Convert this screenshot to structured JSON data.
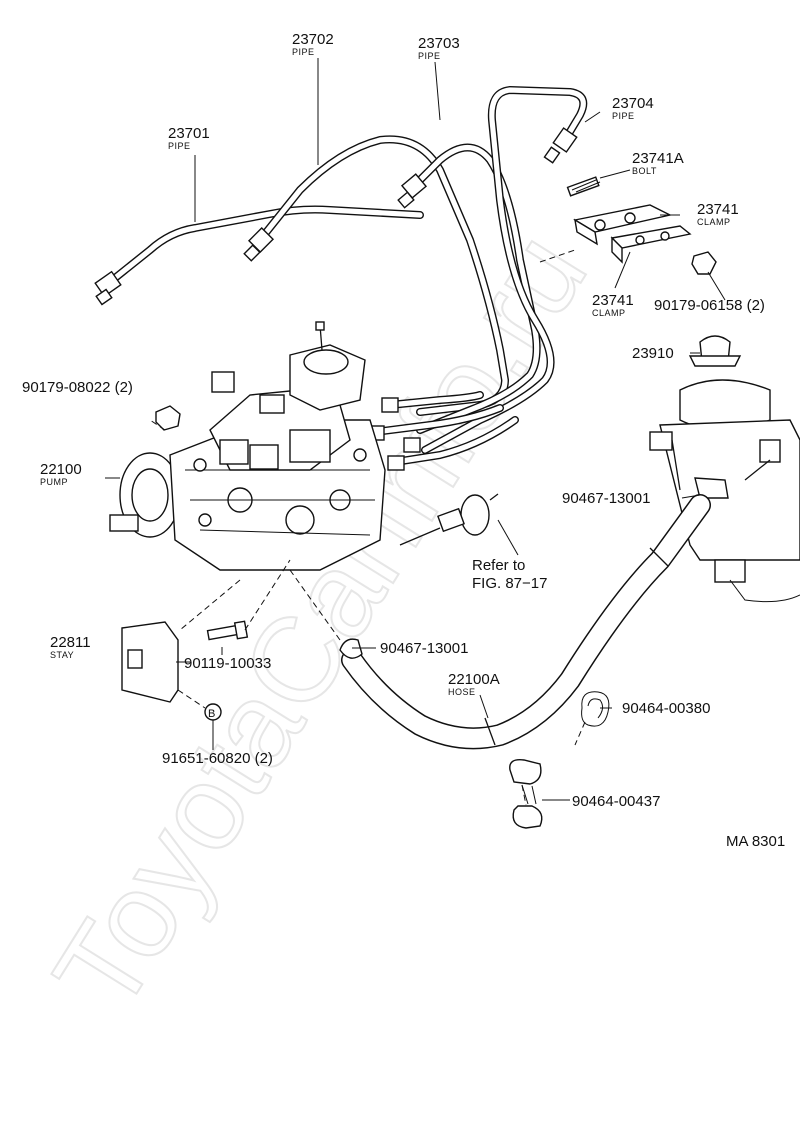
{
  "parts": [
    {
      "id": "p23702",
      "number": "23702",
      "name": "PIPE"
    },
    {
      "id": "p23703",
      "number": "23703",
      "name": "PIPE"
    },
    {
      "id": "p23704",
      "number": "23704",
      "name": "PIPE"
    },
    {
      "id": "p23701",
      "number": "23701",
      "name": "PIPE"
    },
    {
      "id": "p23741A",
      "number": "23741A",
      "name": "BOLT"
    },
    {
      "id": "p23741a",
      "number": "23741",
      "name": "CLAMP"
    },
    {
      "id": "p23741b",
      "number": "23741",
      "name": "CLAMP"
    },
    {
      "id": "p90179_06158",
      "number": "90179-06158 (2)",
      "name": ""
    },
    {
      "id": "p23910",
      "number": "23910",
      "name": ""
    },
    {
      "id": "p90179_08022",
      "number": "90179-08022 (2)",
      "name": ""
    },
    {
      "id": "p22100",
      "number": "22100",
      "name": "PUMP"
    },
    {
      "id": "p90467_13001a",
      "number": "90467-13001",
      "name": ""
    },
    {
      "id": "p22811",
      "number": "22811",
      "name": "STAY"
    },
    {
      "id": "p90119_10033",
      "number": "90119-10033",
      "name": ""
    },
    {
      "id": "p90467_13001b",
      "number": "90467-13001",
      "name": ""
    },
    {
      "id": "p22100A",
      "number": "22100A",
      "name": "HOSE"
    },
    {
      "id": "p90464_00380",
      "number": "90464-00380",
      "name": ""
    },
    {
      "id": "p91651_60820",
      "number": "91651-60820 (2)",
      "name": ""
    },
    {
      "id": "p90464_00437",
      "number": "90464-00437",
      "name": ""
    }
  ],
  "reference": {
    "line1": "Refer to",
    "line2": "FIG. 87−17"
  },
  "figure_code": "MA 8301",
  "bolt_marker": "B",
  "watermark": "ToyotaCarInfo.ru"
}
